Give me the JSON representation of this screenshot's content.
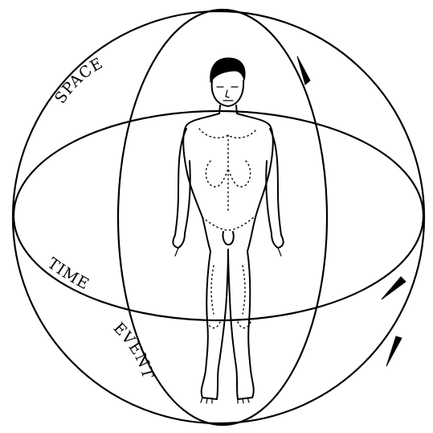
{
  "labels": {
    "space": "SPACE",
    "time": "TIME",
    "events": "EVENTS"
  },
  "colors": {
    "ink": "#000000",
    "background": "#ffffff"
  }
}
